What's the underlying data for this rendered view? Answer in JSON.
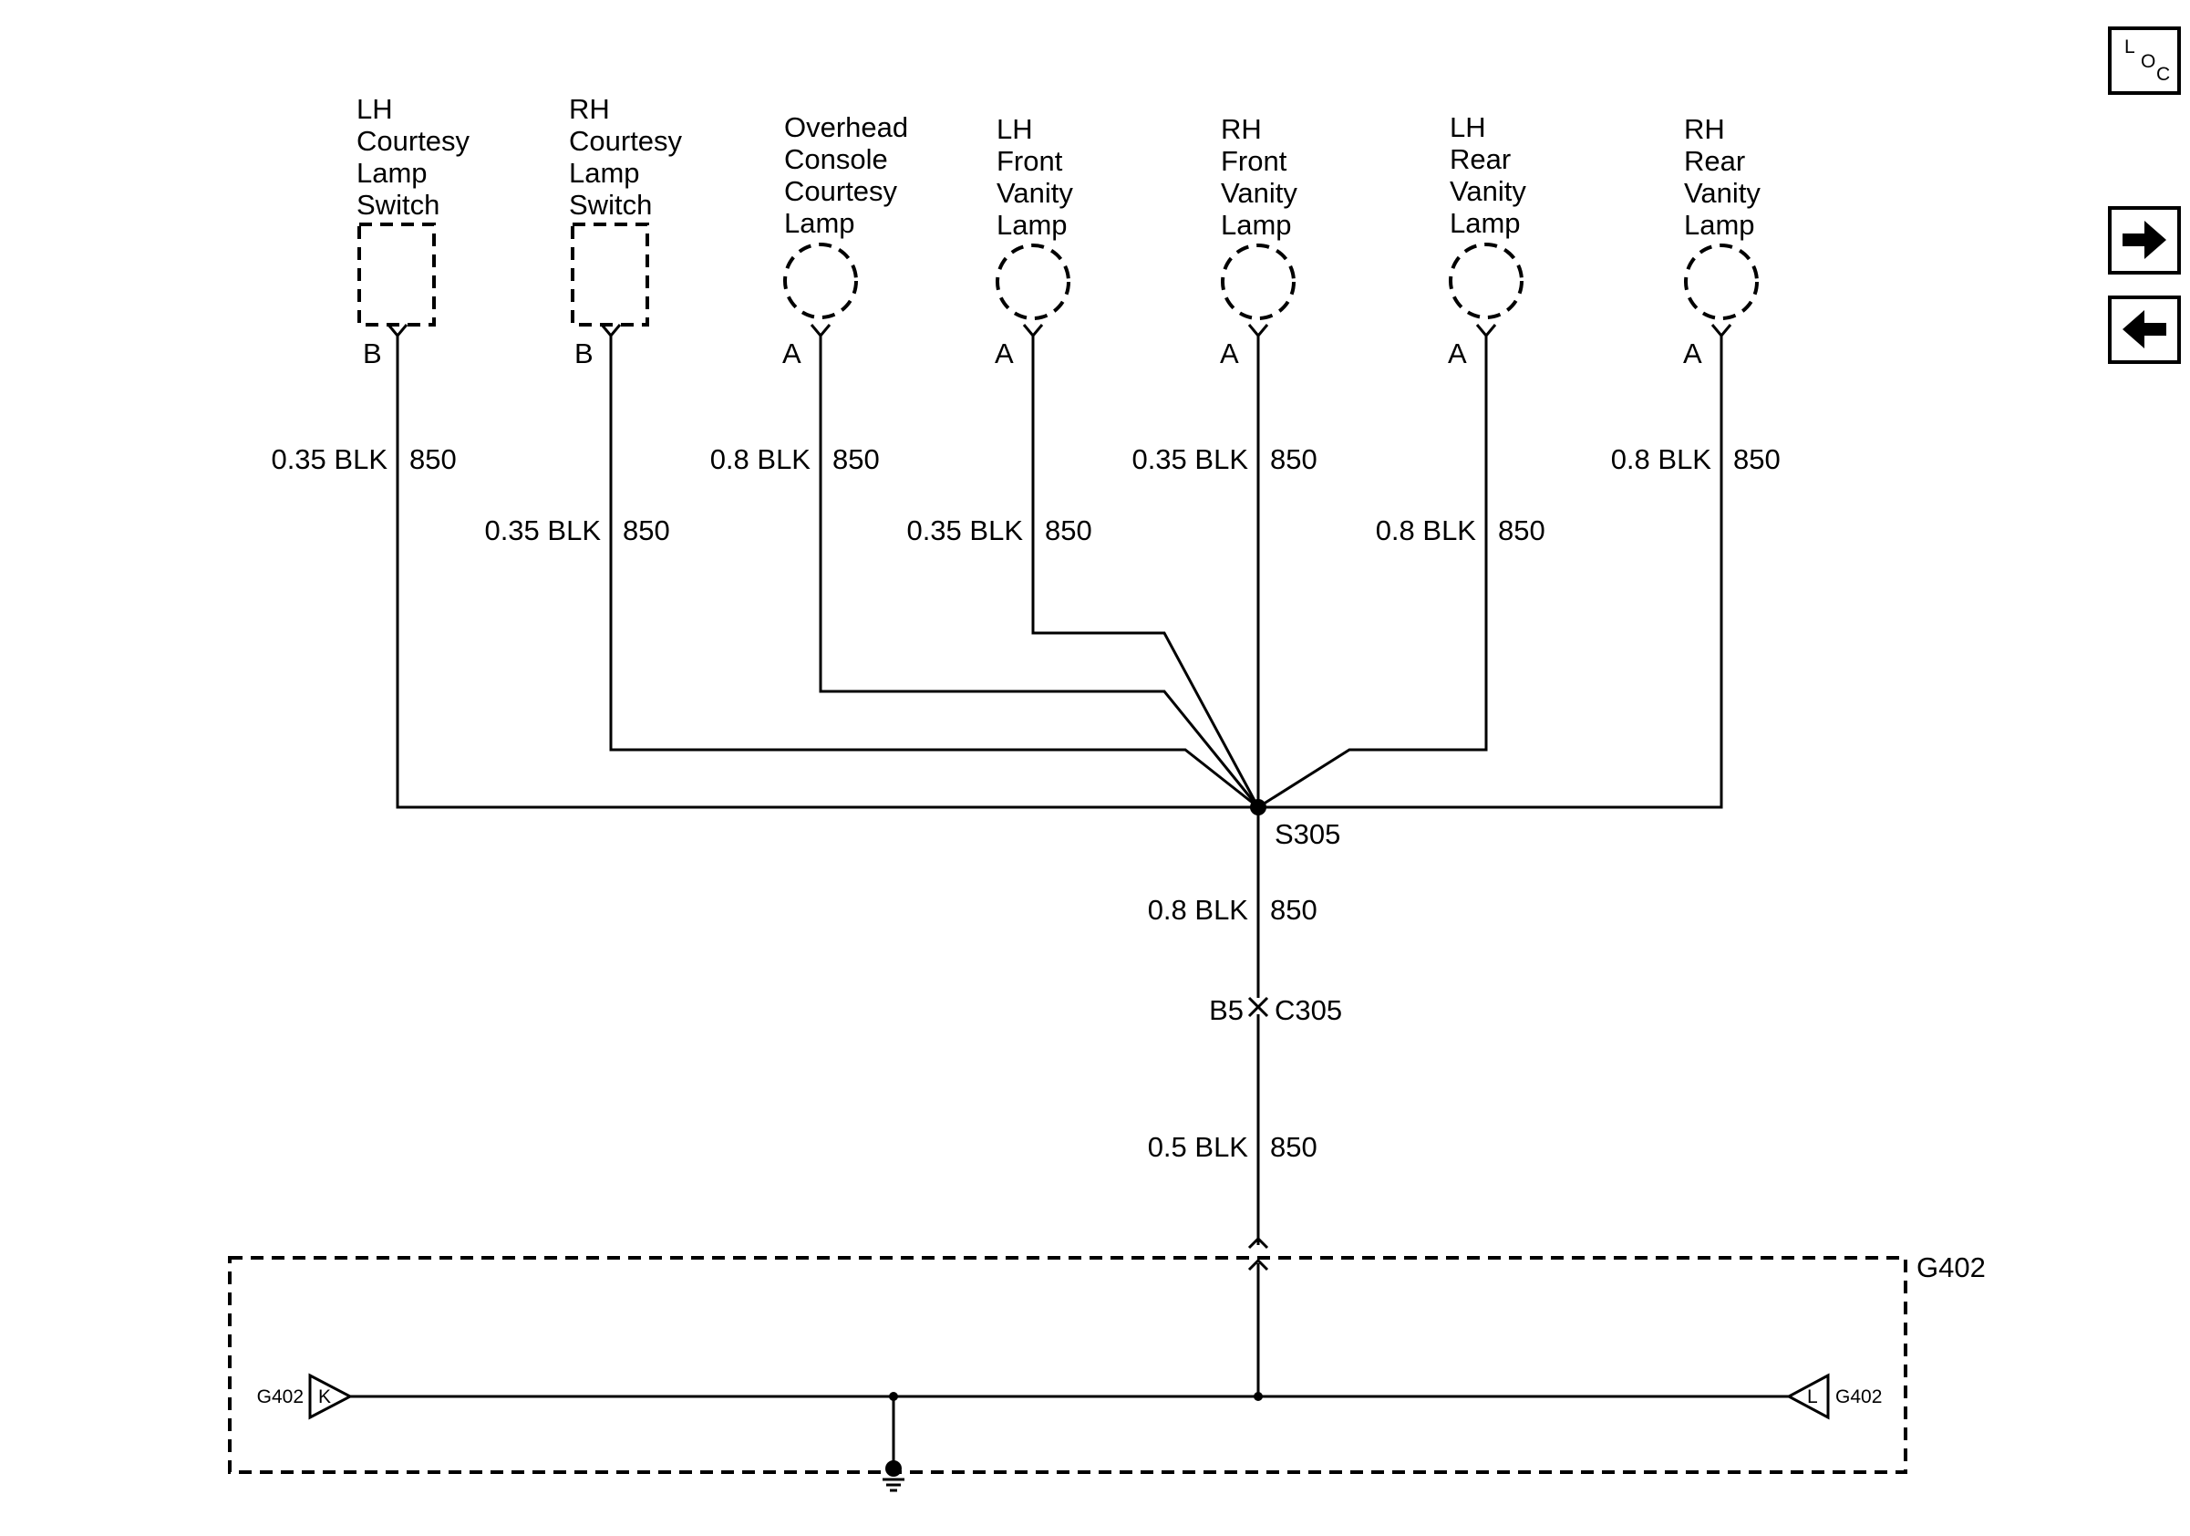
{
  "components": {
    "lh_courtesy_switch": {
      "label": [
        "LH",
        "Courtesy",
        "Lamp",
        "Switch"
      ],
      "pin": "B",
      "wire": "0.35 BLK",
      "circuit": "850"
    },
    "rh_courtesy_switch": {
      "label": [
        "RH",
        "Courtesy",
        "Lamp",
        "Switch"
      ],
      "pin": "B",
      "wire": "0.35 BLK",
      "circuit": "850"
    },
    "overhead_console_lamp": {
      "label": [
        "Overhead",
        "Console",
        "Courtesy",
        "Lamp"
      ],
      "pin": "A",
      "wire": "0.8 BLK",
      "circuit": "850"
    },
    "lh_front_vanity_lamp": {
      "label": [
        "LH",
        "Front",
        "Vanity",
        "Lamp"
      ],
      "pin": "A",
      "wire": "0.35 BLK",
      "circuit": "850"
    },
    "rh_front_vanity_lamp": {
      "label": [
        "RH",
        "Front",
        "Vanity",
        "Lamp"
      ],
      "pin": "A",
      "wire": "0.35 BLK",
      "circuit": "850"
    },
    "lh_rear_vanity_lamp": {
      "label": [
        "LH",
        "Rear",
        "Vanity",
        "Lamp"
      ],
      "pin": "A",
      "wire": "0.8 BLK",
      "circuit": "850"
    },
    "rh_rear_vanity_lamp": {
      "label": [
        "RH",
        "Rear",
        "Vanity",
        "Lamp"
      ],
      "pin": "A",
      "wire": "0.8 BLK",
      "circuit": "850"
    }
  },
  "splice": {
    "name": "S305"
  },
  "trunk_upper": {
    "wire": "0.8 BLK",
    "circuit": "850"
  },
  "connector": {
    "pin": "B5",
    "name": "C305"
  },
  "trunk_lower": {
    "wire": "0.5 BLK",
    "circuit": "850"
  },
  "ground": {
    "name": "G402",
    "left_ref": {
      "ground": "G402",
      "letter": "K"
    },
    "right_ref": {
      "ground": "G402",
      "letter": "L"
    }
  },
  "nav": {
    "loc_icon": "loc-icon",
    "forward_icon": "arrow-right-icon",
    "back_icon": "arrow-left-icon",
    "loc_letters": [
      "L",
      "O",
      "C"
    ]
  }
}
